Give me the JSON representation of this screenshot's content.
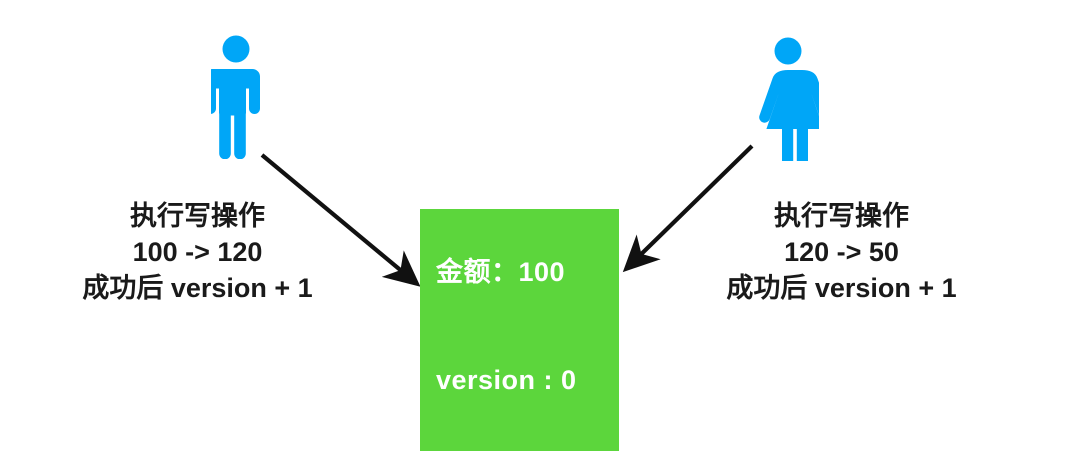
{
  "diagram": {
    "title": "optimistic-locking-concurrent-write",
    "background_color": "#FFFFFF",
    "actors": [
      {
        "id": "left-actor",
        "icon": "person-male-icon",
        "color": "#00A6F7",
        "side": "left"
      },
      {
        "id": "right-actor",
        "icon": "person-female-icon",
        "color": "#00A6F7",
        "side": "right"
      }
    ],
    "notes": {
      "left": {
        "line1": "执行写操作",
        "line2": "100 -> 120",
        "line3": "成功后 version + 1"
      },
      "right": {
        "line1": "执行写操作",
        "line2": "120 -> 50",
        "line3": "成功后 version + 1"
      }
    },
    "record": {
      "fill_color": "#5CD63C",
      "text_color": "#FFFFFF",
      "amount_label": "金额：100",
      "version_label": "version : 0"
    },
    "arrows": [
      {
        "id": "left-arrow",
        "from": "left-actor",
        "to": "record-box",
        "color": "#111111",
        "direction": "down-right"
      },
      {
        "id": "right-arrow",
        "from": "right-actor",
        "to": "record-box",
        "color": "#111111",
        "direction": "down-left"
      }
    ]
  }
}
